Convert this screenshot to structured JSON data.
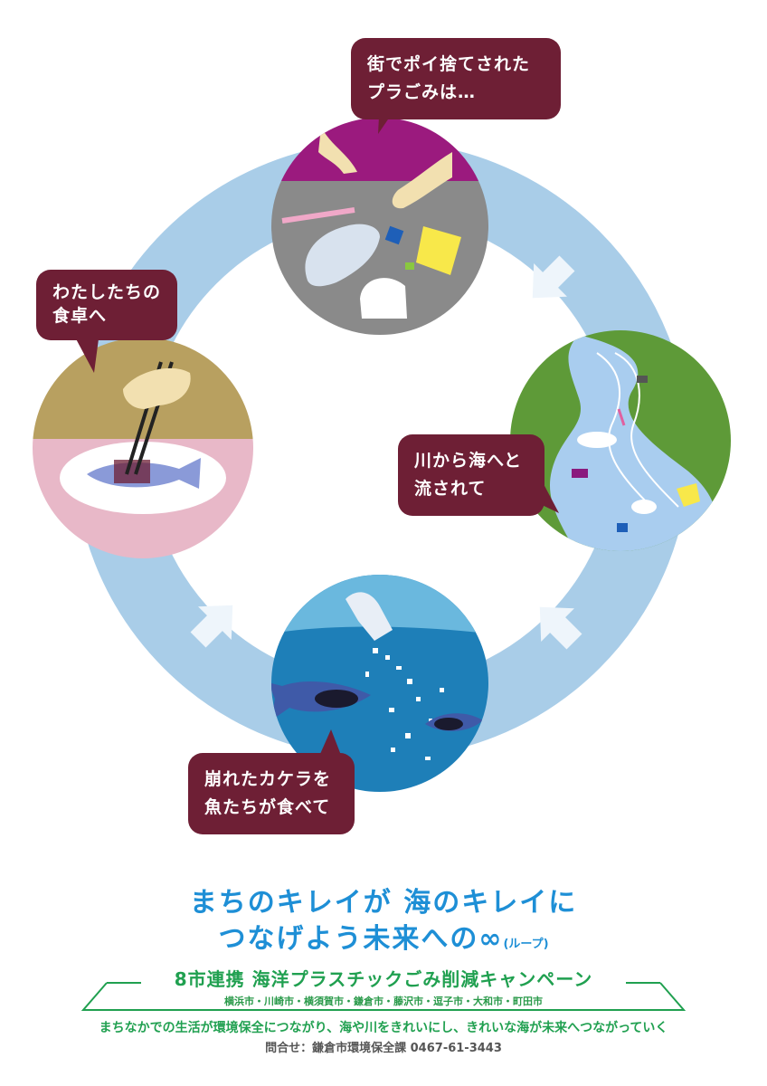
{
  "bubbles": {
    "street": {
      "line1": "街でポイ捨てされた",
      "line2": "プラごみは…"
    },
    "river": {
      "line1": "川から海へと",
      "line2": "流されて"
    },
    "sea": {
      "line1": "崩れたカケラを",
      "line2": "魚たちが食べて"
    },
    "table": {
      "line1": "わたしたちの",
      "line2": "食卓へ"
    }
  },
  "slogan": {
    "line1": "まちのキレイが 海のキレイに",
    "line2": "つなげよう未来への∞",
    "line2_small": "(ループ)"
  },
  "footer": {
    "campaign": "8市連携 海洋プラスチックごみ削減キャンペーン",
    "cities": "横浜市・川崎市・横須賀市・鎌倉市・藤沢市・逗子市・大和市・町田市",
    "tagline": "まちなかでの生活が環境保全につながり、海や川をきれいにし、きれいな海が未来へつながっていく",
    "contact": "問合せ：鎌倉市環境保全課 0467-61-3443"
  },
  "colors": {
    "ring": "#a9cde8",
    "arrow": "#eef5fb",
    "bubble": "#6e1f35",
    "slogan": "#1e8fd6",
    "footer_green": "#20a050"
  }
}
